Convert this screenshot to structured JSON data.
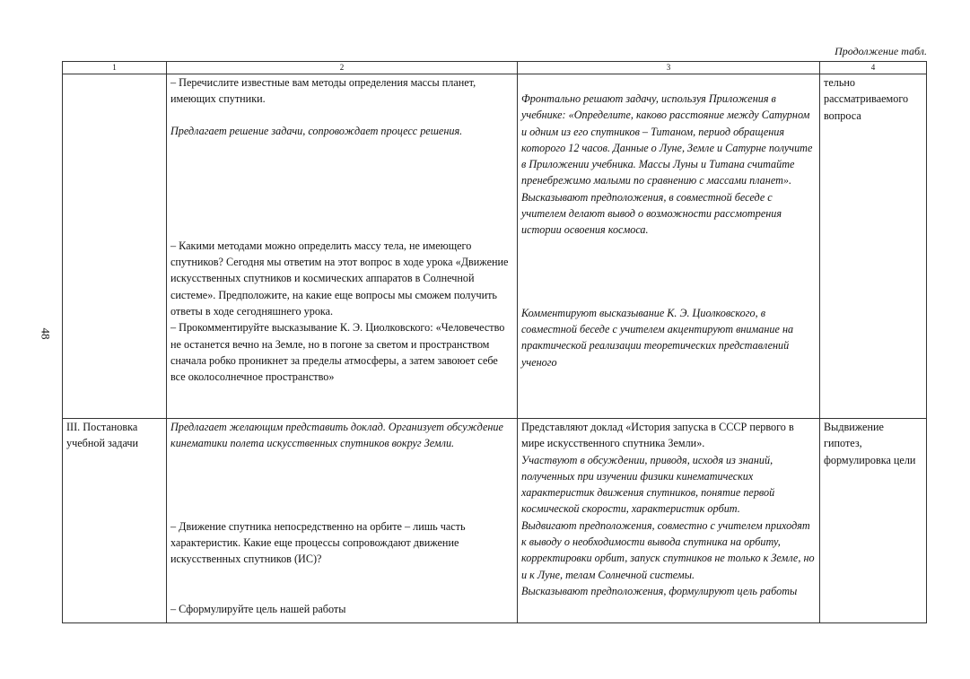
{
  "page": {
    "number": "48",
    "continuation": "Продолжение табл."
  },
  "table": {
    "headers": [
      "1",
      "2",
      "3",
      "4"
    ],
    "row1": {
      "col1": "",
      "col2": [
        "– Перечислите известные вам методы определения массы планет, имеющих спутники.",
        "Предлагает решение задачи, сопровождает процесс решения.",
        "– Какими методами можно определить массу тела, не имеющего спутников? Сегодня мы ответим на этот вопрос в ходе урока «Движение искусственных спутников и космических аппаратов в Солнечной системе». Предположите, на какие еще вопросы мы сможем получить ответы в ходе сегодняшнего урока.",
        "– Прокомментируйте высказывание К. Э. Циолковского: «Человечество не останется вечно на Земле, но в погоне за светом и пространством сначала робко проникнет за пределы атмосферы, а затем завоюет себе все околосолнечное пространство»"
      ],
      "col3": [
        "Фронтально решают задачу, используя Приложения в учебнике: «Определите, каково расстояние между Сатурном и одним из его спутников – Титаном, период обращения которого 12 часов. Данные о Луне, Земле и Сатурне получите в Приложении учебника. Массы Луны и Титана считайте пренебрежимо малыми по сравнению с массами планет».",
        "Высказывают предположения, в совместной беседе с учителем делают вывод о возможности рассмотрения истории освоения космоса.",
        "Комментируют высказывание К. Э. Циолковского, в совместной беседе с учителем акцентируют внимание на практической реализации теоретических представлений ученого"
      ],
      "col4": "тельно рассматриваемого вопроса"
    },
    "row2": {
      "col1": "III. Постановка учебной задачи",
      "col2": [
        "Предлагает желающим представить доклад. Организует обсуждение кинематики полета искусственных спутников вокруг Земли.",
        "– Движение спутника непосредственно на орбите – лишь часть характеристик. Какие еще процессы сопровождают движение искусственных спутников (ИС)?",
        "– Сформулируйте цель нашей работы"
      ],
      "col3": [
        "Представляют доклад «История запуска в СССР первого в мире искусственного спутника Земли».",
        "Участвуют в обсуждении, приводя, исходя из знаний, полученных при изучении физики кинематических характеристик движения спутников, понятие первой космической скорости, характеристик орбит.",
        "Выдвигают предположения, совместно с учителем приходят к выводу о необходимости вывода спутника на орбиту, корректировки орбит, запуск спутников не только к Земле, но и к Луне, телам Солнечной системы.",
        "Высказывают предположения, формулируют цель работы"
      ],
      "col4": "Выдвижение гипотез, формулировка цели"
    }
  }
}
